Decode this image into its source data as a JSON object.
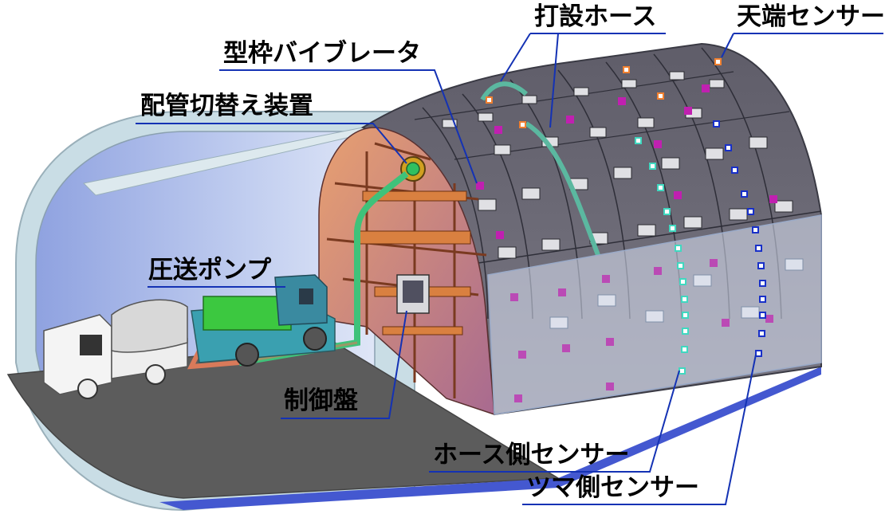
{
  "labels": {
    "daseтsu_hose": "打設ホース",
    "tenbata_sensor": "天端センサー",
    "katawaku_vibrator": "型枠バイブレータ",
    "haikan_switch": "配管切替え装置",
    "pump": "圧送ポンプ",
    "control_panel": "制御盤",
    "hose_side_sensor": "ホース側センサー",
    "tsuma_side_sensor": "ツマ側センサー"
  },
  "colors": {
    "leader_line": "#1432b4",
    "tunnel_outer": "#c8dce4",
    "formwork": "#6e6c78",
    "hose": "#5bb8a0",
    "orange_sensor": "#f08030",
    "teal_sensor": "#40d8c0",
    "blue_sensor": "#1830c8",
    "magenta_pad": "#c020b0",
    "pump_green": "#38c040",
    "truck_white": "#f4f4f4"
  }
}
